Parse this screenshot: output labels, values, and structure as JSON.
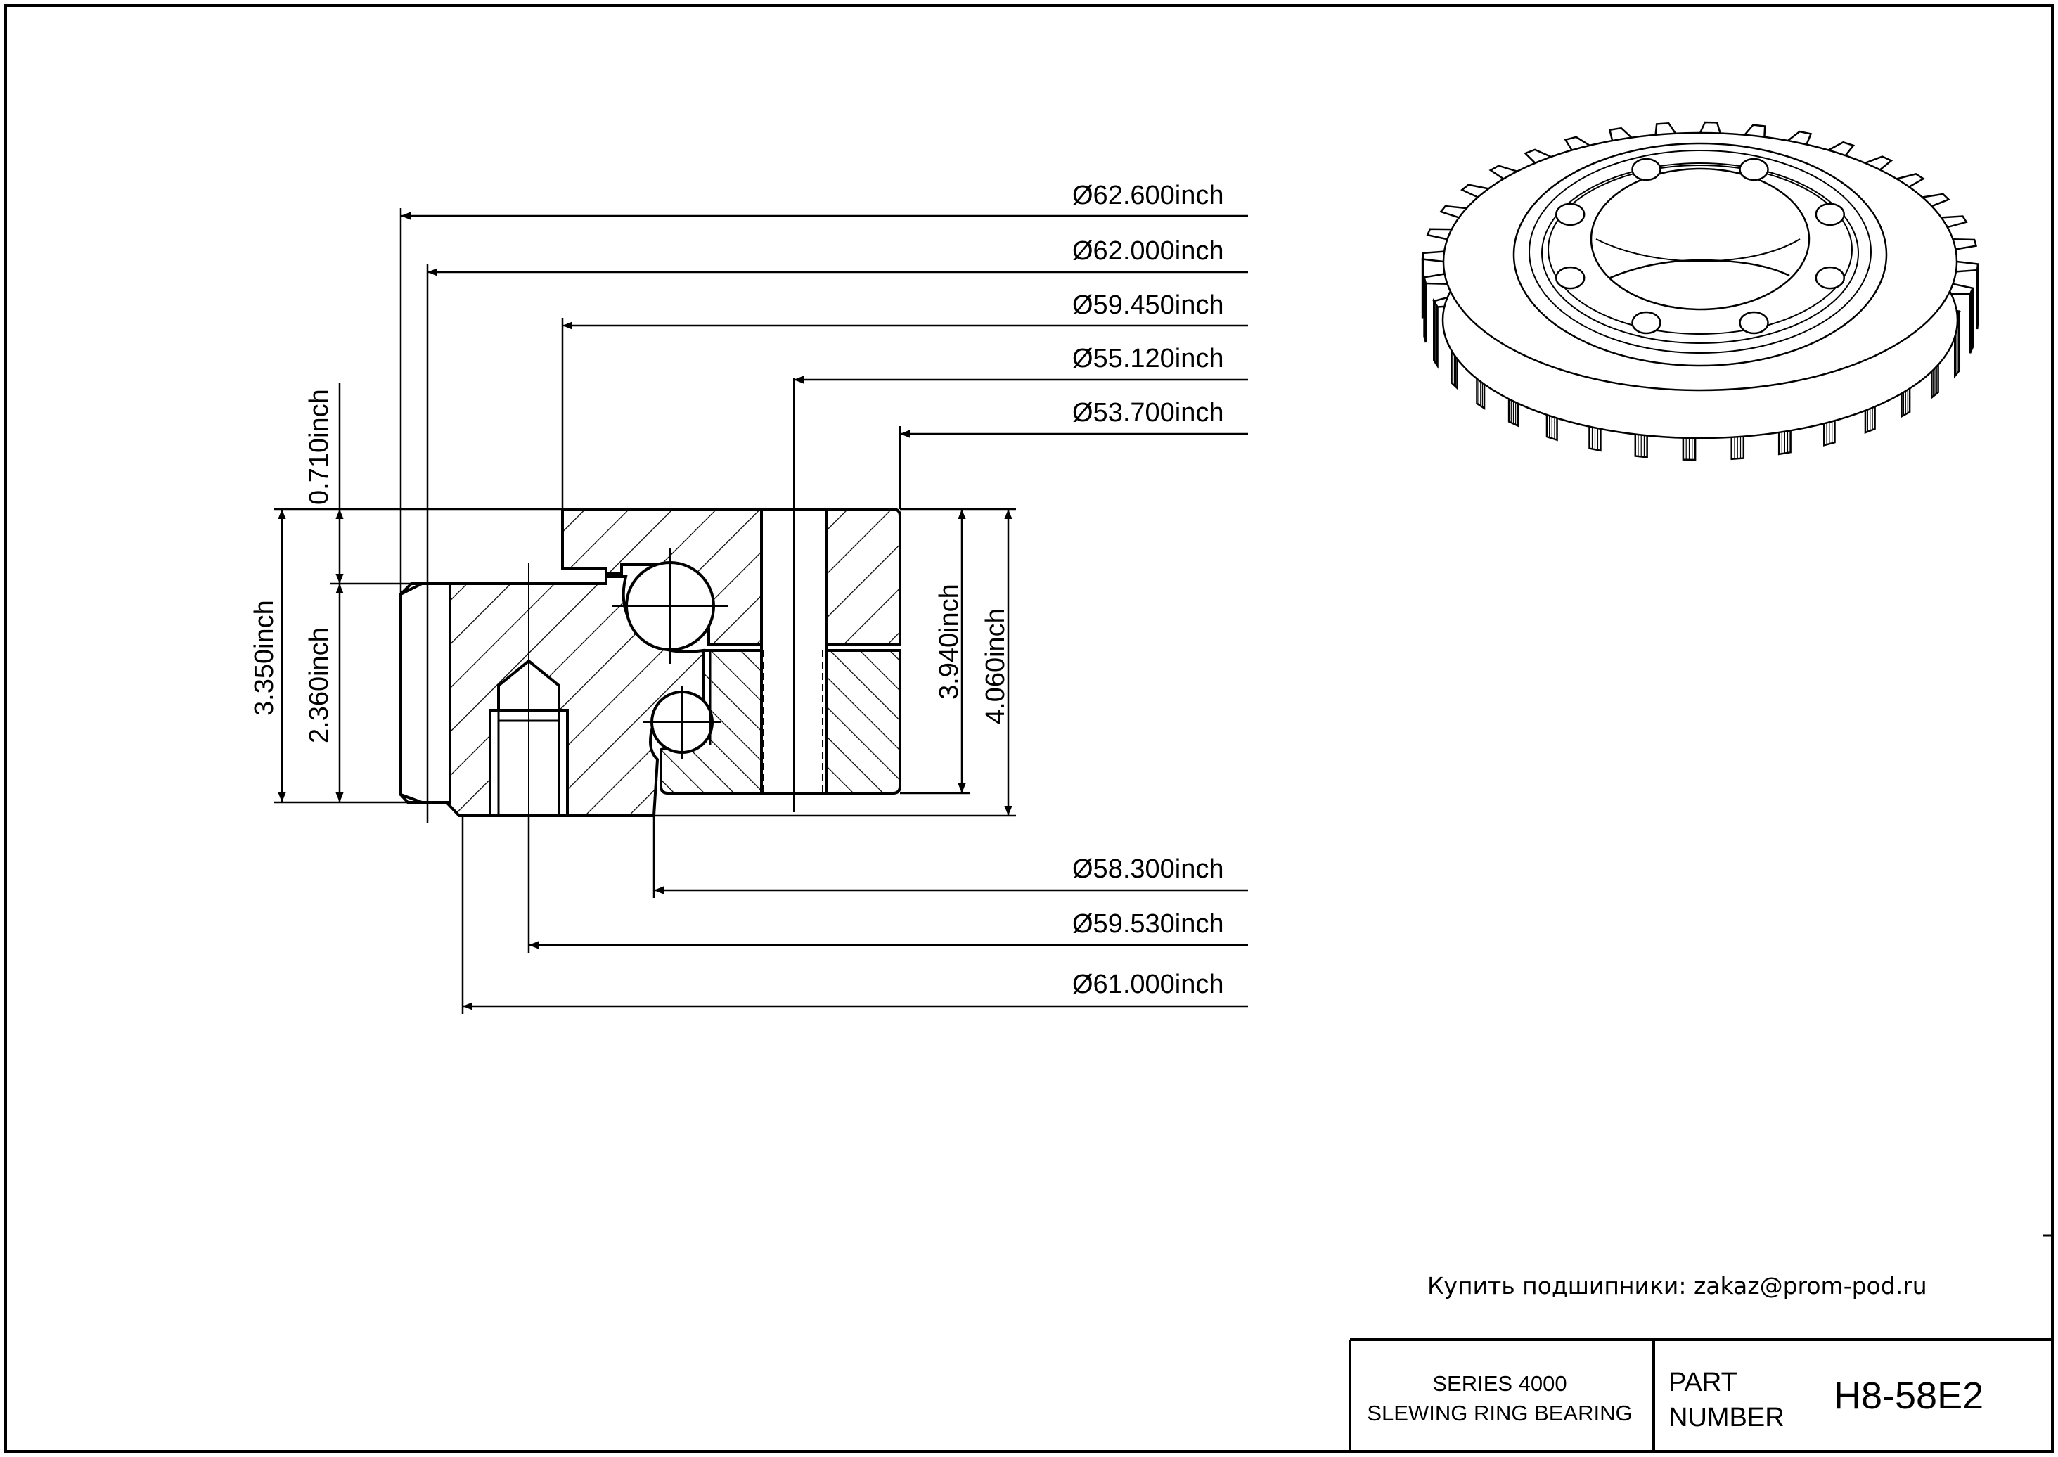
{
  "dimensions": {
    "diameters_top": [
      "Ø62.600inch",
      "Ø62.000inch",
      "Ø59.450inch",
      "Ø55.120inch",
      "Ø53.700inch"
    ],
    "diameters_bottom": [
      "Ø58.300inch",
      "Ø59.530inch",
      "Ø61.000inch"
    ],
    "heights": {
      "top_offset": "0.710inch",
      "overall_left": "3.350inch",
      "outer_ring": "2.360inch",
      "inner_ring": "3.940inch",
      "overall_right": "4.060inch"
    }
  },
  "contact": "Купить подшипники: zakaz@prom-pod.ru",
  "title_block": {
    "series": "SERIES 4000",
    "product": "SLEWING RING BEARING",
    "part_label_1": "PART",
    "part_label_2": "NUMBER",
    "part_number": "H8-58E2"
  }
}
